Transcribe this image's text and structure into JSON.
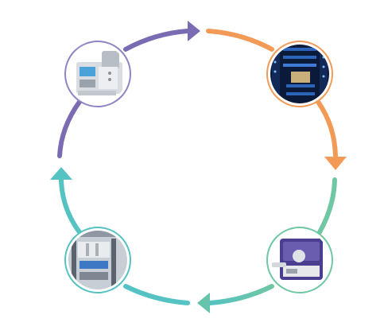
{
  "diagram": {
    "type": "cycle",
    "direction": "clockwise",
    "colors": {
      "purple": "#7b6bb3",
      "orange": "#f39a57",
      "green": "#6fc7a3",
      "teal": "#55c2c3"
    },
    "nodes": [
      {
        "id": "node-top-left",
        "picture": "lab-instrument",
        "ring_color": "#8f84c4"
      },
      {
        "id": "node-top-right",
        "picture": "server-rack",
        "ring_color": "#f39a57"
      },
      {
        "id": "node-bottom-right",
        "picture": "benchtop-analyzer",
        "ring_color": "#6fc7a3"
      },
      {
        "id": "node-bottom-left",
        "picture": "automation-workcell",
        "ring_color": "#55c2c3"
      }
    ],
    "arrows": [
      {
        "from": "node-top-left",
        "to": "node-top-right",
        "color": "#7b6bb3"
      },
      {
        "from": "node-top-right",
        "to": "node-bottom-right",
        "color": "#f39a57"
      },
      {
        "from": "node-bottom-right",
        "to": "node-bottom-left",
        "color": "#6fc7a3"
      },
      {
        "from": "node-bottom-left",
        "to": "node-top-left",
        "color": "#55c2c3"
      }
    ]
  }
}
